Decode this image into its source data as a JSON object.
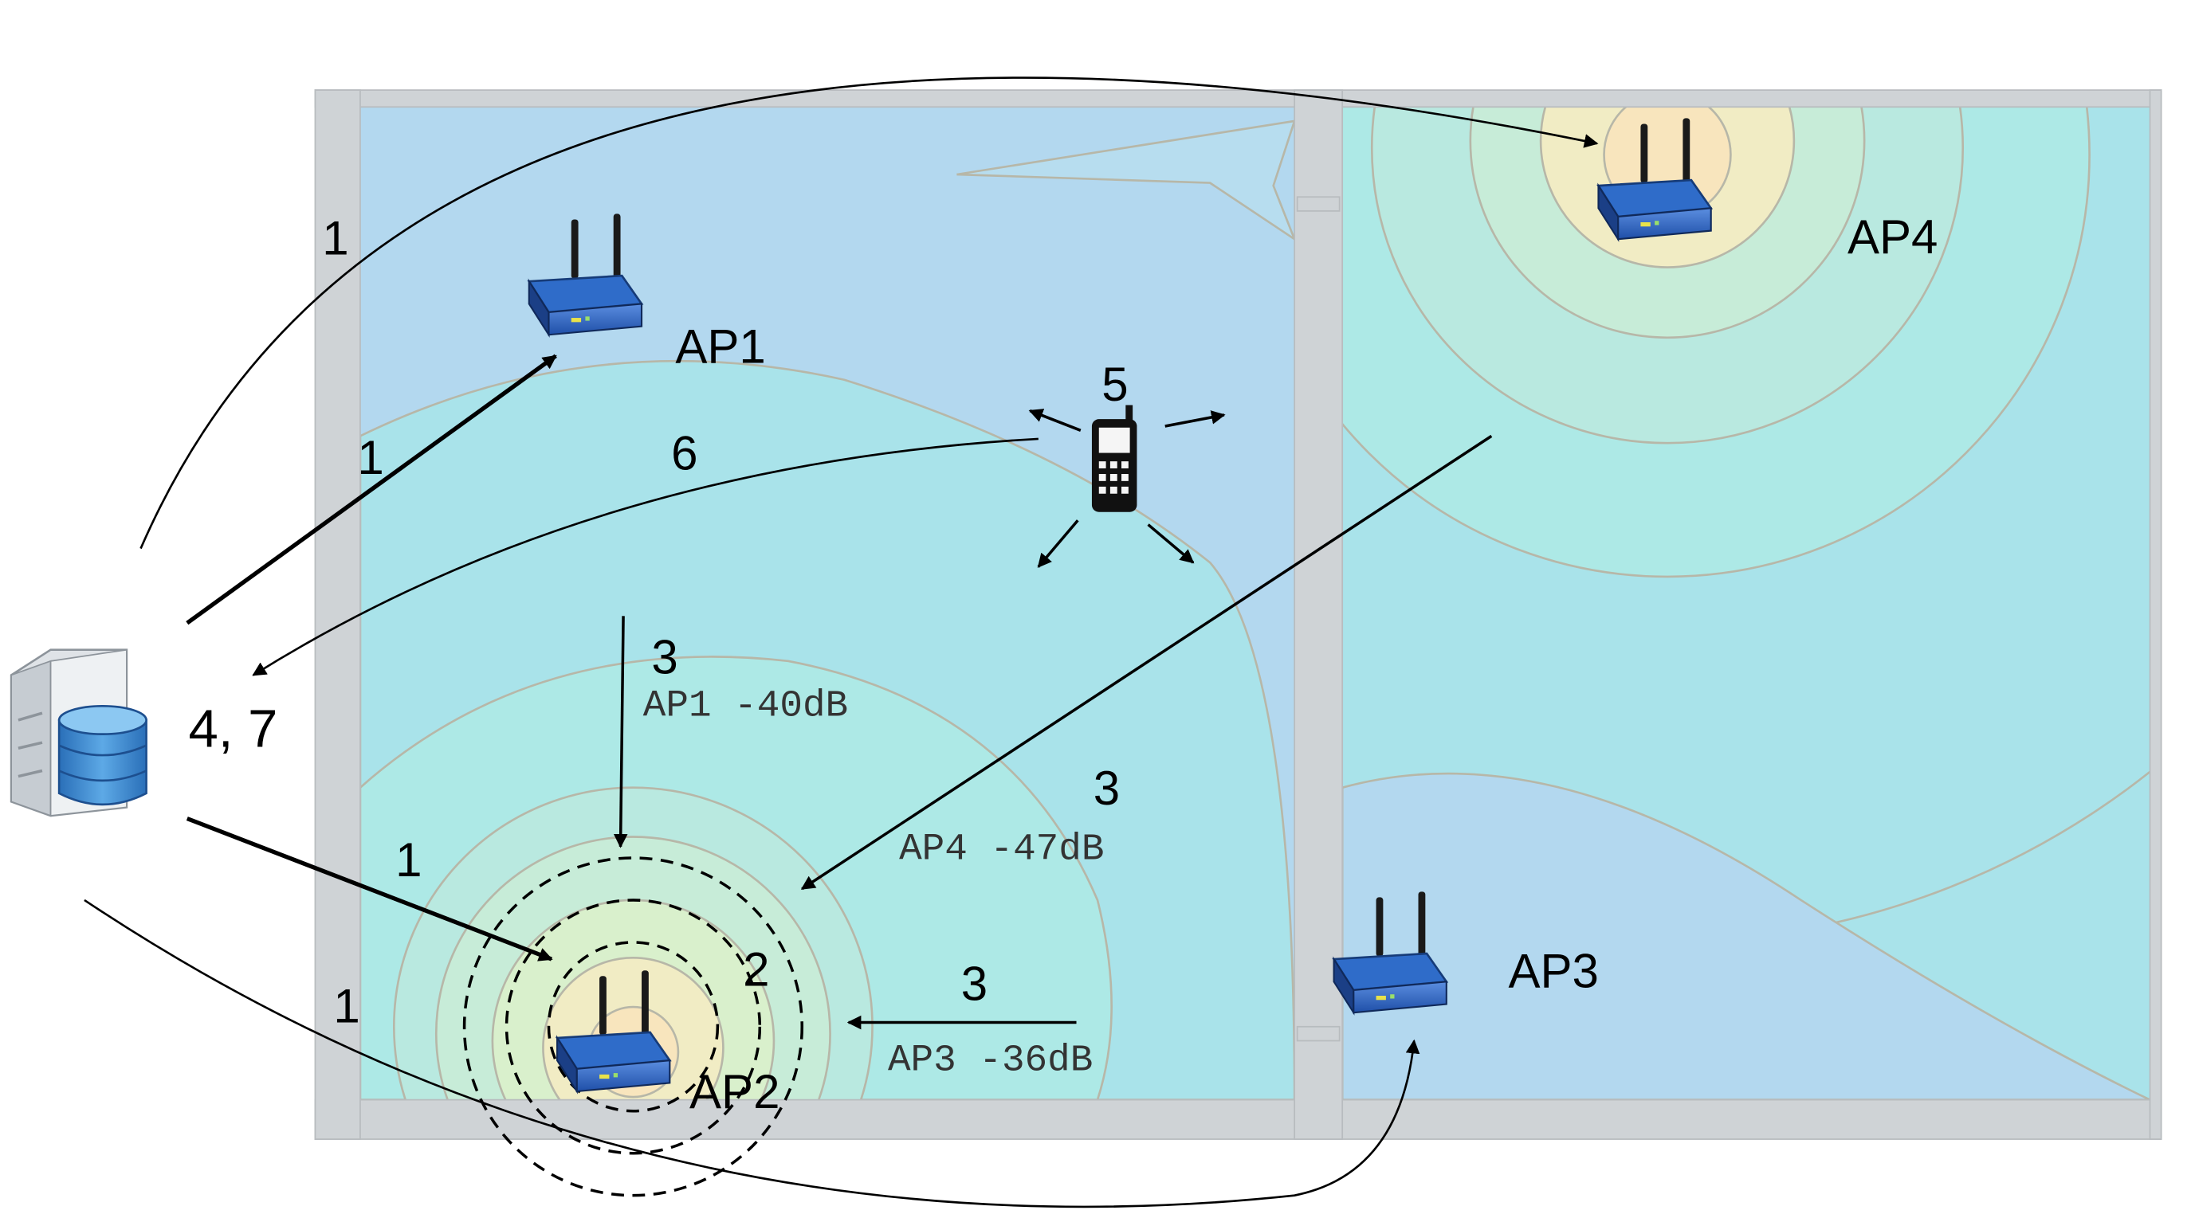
{
  "colors": {
    "floor_blue": "#b3d8ef",
    "wall_gray": "#cfd3d6",
    "contour_line": "#b7b7a8",
    "cyan_zone": "#a9e3ea",
    "green_zone": "#c7ecd8",
    "yellow_zone": "#f1ecc4",
    "peach_zone": "#f8e5bd",
    "router_blue": "#2d66c4",
    "arrow": "#000000"
  },
  "icons": {
    "server": "database-server-icon",
    "router": "wireless-router-icon",
    "phone": "mobile-phone-icon"
  },
  "access_points": {
    "ap1": "AP1",
    "ap2": "AP2",
    "ap3": "AP3",
    "ap4": "AP4"
  },
  "step_labels": {
    "server_ap4_curve": "1",
    "server_ap1": "1",
    "server_ap2": "1",
    "server_ap3_curve": "1",
    "server_result": "4, 7",
    "phone_broadcast": "5",
    "phone_to_server": "6",
    "ap2_scan": "2",
    "ap1_report": "3",
    "ap4_report": "3",
    "ap3_report": "3"
  },
  "measurements": {
    "ap1": "AP1 -40dB",
    "ap4": "AP4 -47dB",
    "ap3": "AP3 -36dB"
  }
}
